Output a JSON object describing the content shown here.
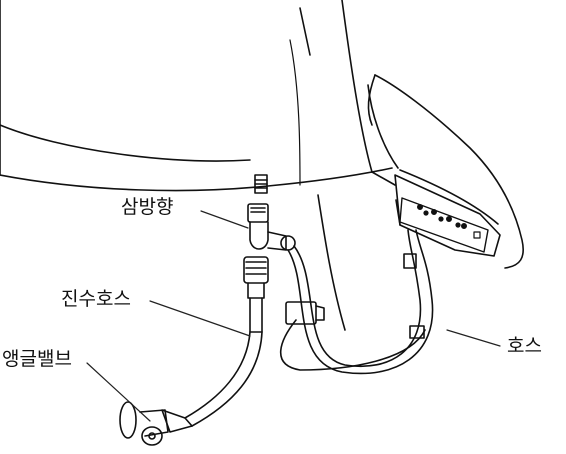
{
  "labels": {
    "tee": "삼방향",
    "supply_hose": "진수호스",
    "angle_valve": "앵글밸브",
    "hose": "호스"
  },
  "colors": {
    "line": "#111111",
    "background": "#ffffff",
    "leader": "#222222"
  }
}
